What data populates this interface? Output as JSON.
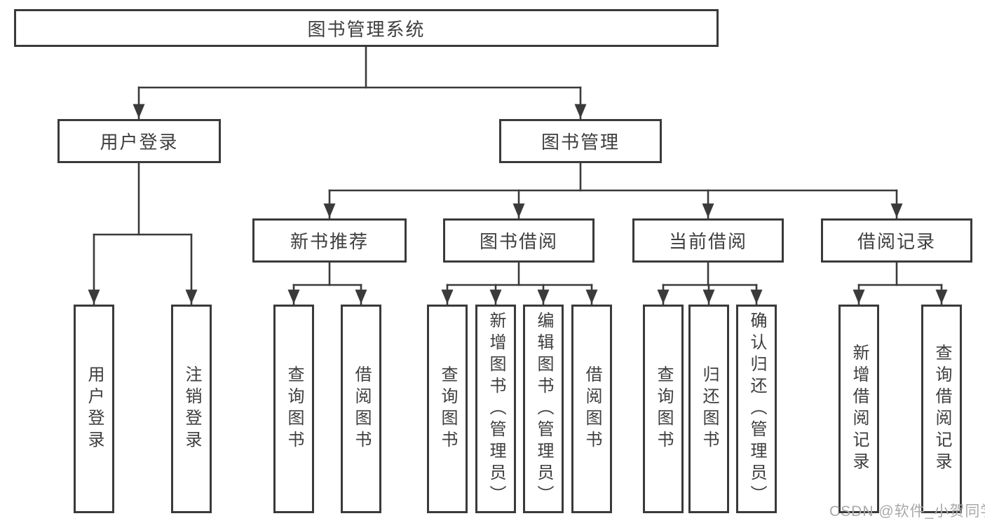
{
  "diagram": {
    "title": "图书管理系统",
    "branches": [
      {
        "label": "用户登录",
        "children": [
          {
            "label": "用户登录"
          },
          {
            "label": "注销登录"
          }
        ]
      },
      {
        "label": "图书管理",
        "children": [
          {
            "label": "新书推荐",
            "children": [
              {
                "label": "查询图书"
              },
              {
                "label": "借阅图书"
              }
            ]
          },
          {
            "label": "图书借阅",
            "children": [
              {
                "label": "查询图书"
              },
              {
                "label": "新增图书（管理员）"
              },
              {
                "label": "编辑图书（管理员）"
              },
              {
                "label": "借阅图书"
              }
            ]
          },
          {
            "label": "当前借阅",
            "children": [
              {
                "label": "查询图书"
              },
              {
                "label": "归还图书"
              },
              {
                "label": "确认归还（管理员）"
              }
            ]
          },
          {
            "label": "借阅记录",
            "children": [
              {
                "label": "新增借阅记录"
              },
              {
                "label": "查询借阅记录"
              }
            ]
          }
        ]
      }
    ]
  },
  "watermark": {
    "text": "CSDN @软件_小贺同学"
  },
  "colors": {
    "line": "#3a3a3a",
    "text": "#3e3e3e",
    "box_fill": "#ffffff",
    "background": "#ffffff",
    "watermark": "#a9a9a9"
  }
}
